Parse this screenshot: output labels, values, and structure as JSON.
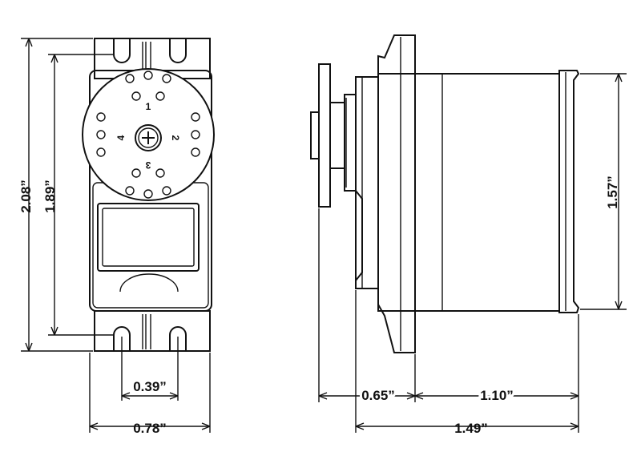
{
  "front_view": {
    "horn_labels": [
      "1",
      "2",
      "3",
      "4"
    ],
    "dimensions": {
      "overall_height": "2.08”",
      "mount_height": "1.89”",
      "hole_spacing": "0.39”",
      "body_width": "0.78”"
    }
  },
  "side_view": {
    "dimensions": {
      "body_height": "1.57”",
      "shaft_to_flange": "0.65”",
      "flange_to_back": "1.10”",
      "overall_depth": "1.49”"
    }
  },
  "icons": {
    "horn_screw": "plus-icon"
  }
}
